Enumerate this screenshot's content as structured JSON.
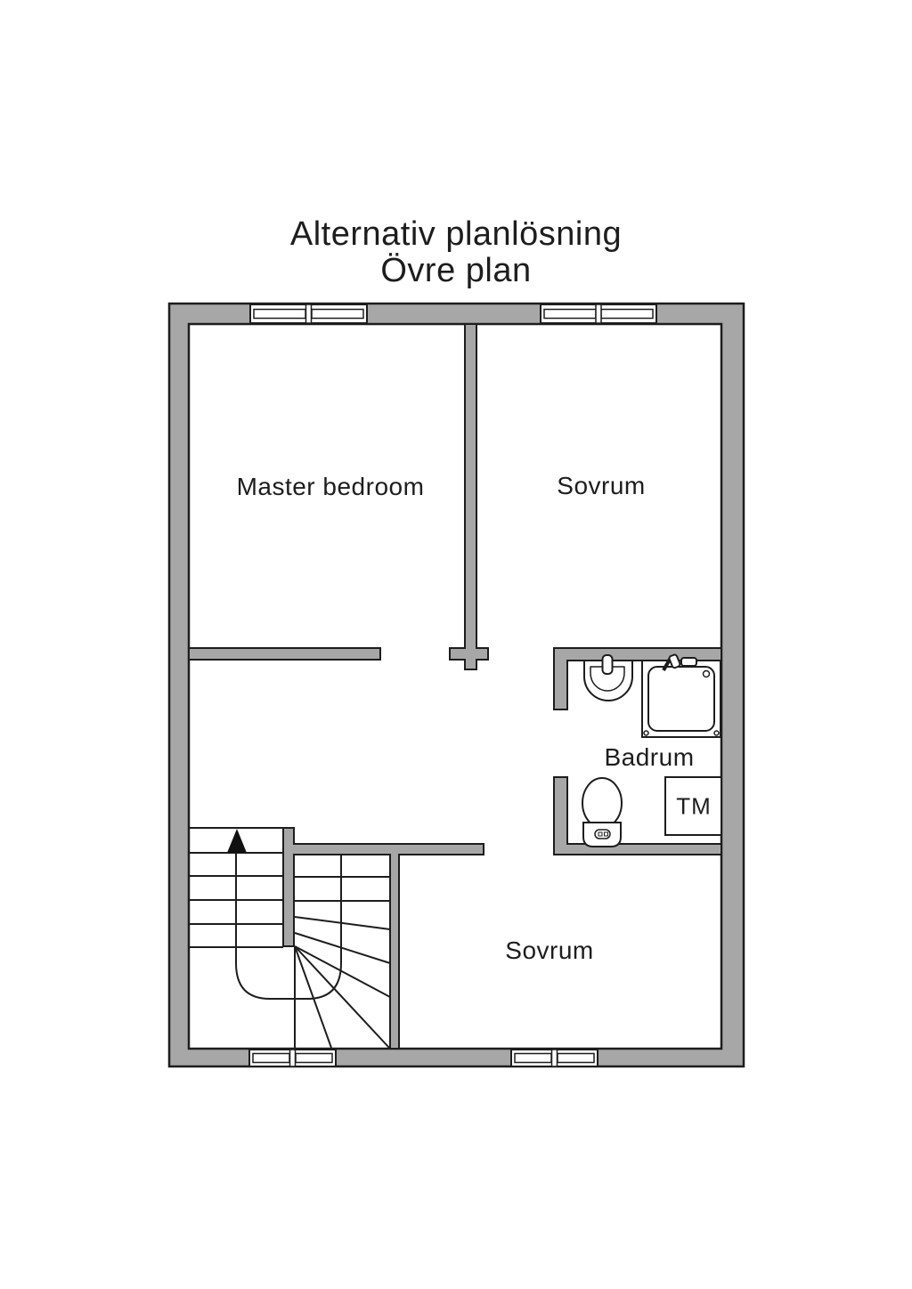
{
  "title": {
    "line1": "Alternativ planlösning",
    "line2": "Övre plan"
  },
  "rooms": {
    "master": {
      "label": "Master bedroom"
    },
    "sovrum_upper": {
      "label": "Sovrum"
    },
    "badrum": {
      "label": "Badrum"
    },
    "sovrum_lower": {
      "label": "Sovrum"
    }
  },
  "laundry": {
    "tm_label": "TM"
  },
  "fixtures": [
    "sink-icon",
    "shower-icon",
    "toilet-icon",
    "washing-machine",
    "staircase",
    "stairs-direction-arrow"
  ],
  "colors": {
    "background": "#ffffff",
    "wall_fill": "#a7a7a7",
    "outline": "#1d1d1d",
    "text": "#1d1d1d",
    "arrow_fill": "#111111"
  }
}
